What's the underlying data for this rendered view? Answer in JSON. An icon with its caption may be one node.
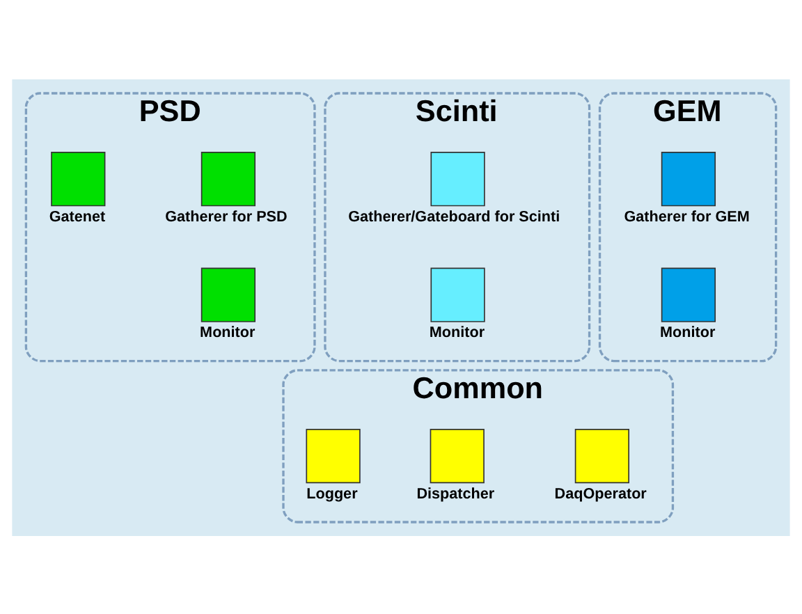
{
  "diagram": {
    "nodes": [
      {
        "text": [
          "PSD"
        ]
      },
      {
        "text": [
          "Gatherer for PSD"
        ],
        "in": 0
      },
      {
        "text": [
          "Gatenet"
        ],
        "in": 0
      },
      {
        "text": [
          "Monitor"
        ],
        "in": 0
      },
      {
        "text": [
          "Scinti"
        ]
      },
      {
        "text": [
          "Gatherer/Gateboard for Scinti"
        ],
        "in": 4
      },
      {
        "text": [
          "Monitor"
        ],
        "in": 4
      },
      {
        "text": [
          "GEM"
        ]
      },
      {
        "text": [
          "Gatherer for GEM"
        ],
        "in": 7
      },
      {
        "text": [
          "Monitor"
        ],
        "in": 7
      },
      {
        "text": [
          "Common"
        ]
      },
      {
        "text": [
          "DaqOperator"
        ],
        "in": 10
      },
      {
        "text": [
          "Dispatcher"
        ],
        "in": 10
      },
      {
        "text": [
          "Logger"
        ],
        "in": 10
      }
    ],
    "edges": []
  }
}
